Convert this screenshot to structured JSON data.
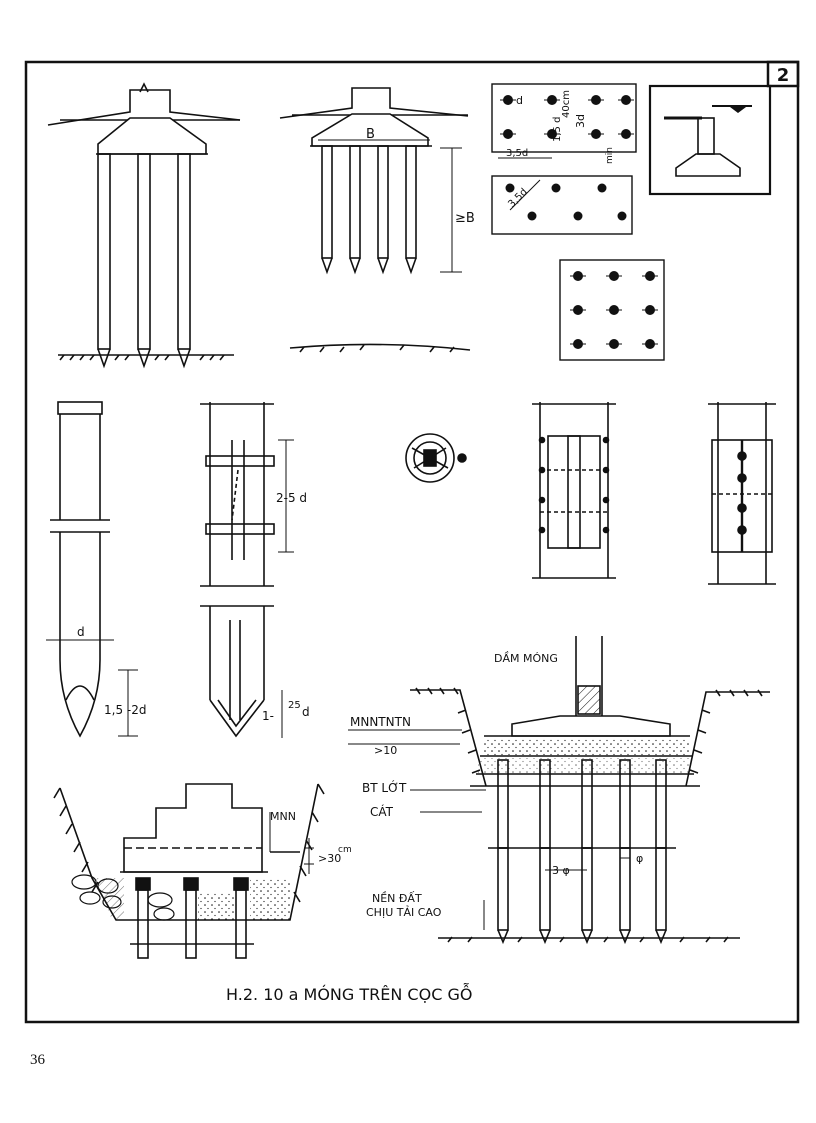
{
  "sheet_number": "2",
  "dims": {
    "B": "B",
    "geB": "≥B",
    "d": "d",
    "min_spacing": "40cm",
    "s15d": "1,5 d",
    "s3d": "3d",
    "min": "min",
    "s35d": "3,5d",
    "s35d_diag": "3,5d",
    "s25d": "2-5 d",
    "tip_d": "d",
    "tip_len": "1,5 -2d",
    "tip2_a": "1-",
    "tip2_b": "25",
    "tip2_c": "d",
    "mnn": "MNN",
    "cm30": ">30",
    "cm": "cm",
    "gt10": ">10",
    "s3phi": "3 φ",
    "phi": "φ"
  },
  "labels": {
    "dam_mong": "DẦM   MÓNG",
    "mnntntn": "MNNTNTN",
    "bt_lot": "BT LỚT",
    "cat": "CÁT",
    "nen_dat_1": "NỀN  ĐẤT",
    "nen_dat_2": "CHỊU TẢI  CAO"
  },
  "caption": "H.2. 10 a    MÓNG   TRÊN  CỌC  GỖ",
  "page_number": "36"
}
